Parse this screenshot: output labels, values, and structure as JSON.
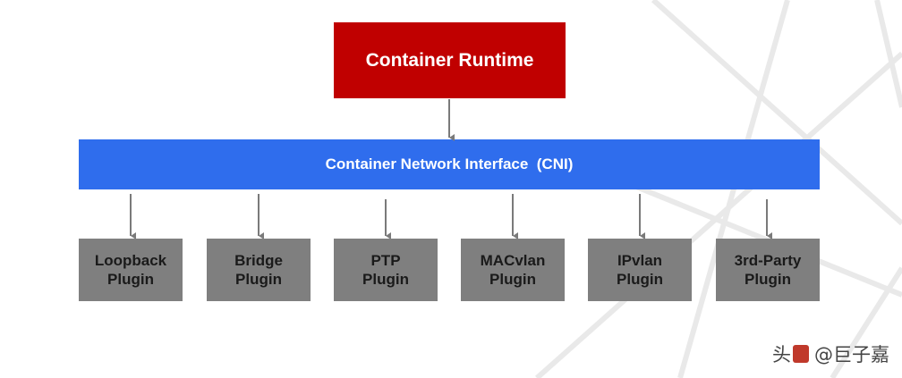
{
  "diagram": {
    "runtime_label": "Container Runtime",
    "cni_label": "Container Network Interface  (CNI)",
    "plugins": [
      {
        "line1": "Loopback",
        "line2": "Plugin"
      },
      {
        "line1": "Bridge",
        "line2": "Plugin"
      },
      {
        "line1": "PTP",
        "line2": "Plugin"
      },
      {
        "line1": "MACvlan",
        "line2": "Plugin"
      },
      {
        "line1": "IPvlan",
        "line2": "Plugin"
      },
      {
        "line1": "3rd-Party",
        "line2": "Plugin"
      }
    ]
  },
  "colors": {
    "runtime": "#c00000",
    "cni": "#2f6ded",
    "plugin": "#7f7f7f",
    "arrow": "#7a7a7a"
  },
  "watermark": {
    "text_left": "头",
    "text_right": "@巨子嘉",
    "icon": "toutiao-logo-icon"
  }
}
